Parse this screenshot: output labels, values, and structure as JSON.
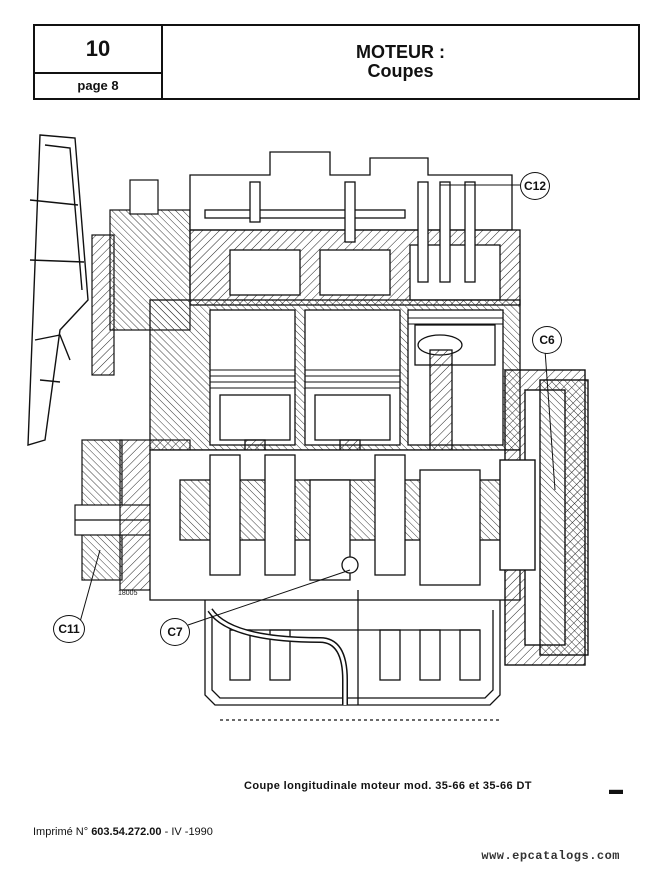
{
  "header": {
    "chapter": "10",
    "page": "page 8",
    "title_line1": "MOTEUR :",
    "title_line2": "Coupes"
  },
  "figure": {
    "callouts": {
      "c12": "C12",
      "c6": "C6",
      "c11": "C11",
      "c7": "C7"
    },
    "ref_number": "18005"
  },
  "caption": "Coupe longitudinale moteur mod. 35-66 et 35-66 DT",
  "footer": {
    "printed_prefix": "Imprimé N°",
    "printed_number": "603.54.272.00",
    "printed_suffix": "- IV -1990"
  },
  "watermark": "www.epcatalogs.com"
}
